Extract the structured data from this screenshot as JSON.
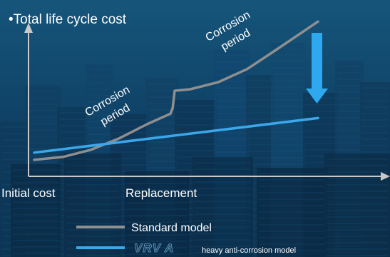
{
  "chart_data": {
    "type": "line",
    "title": "•Total life cycle cost",
    "x_labels": [
      "Initial cost",
      "Replacement"
    ],
    "series": [
      {
        "name": "Standard model",
        "color": "#8f8f8f",
        "points": [
          [
            0,
            4
          ],
          [
            10,
            6
          ],
          [
            20,
            11
          ],
          [
            30,
            19
          ],
          [
            40,
            29
          ],
          [
            48,
            36
          ],
          [
            48.8,
            40
          ],
          [
            49.5,
            52
          ],
          [
            55,
            53
          ],
          [
            65,
            58
          ],
          [
            75,
            67
          ],
          [
            85,
            80
          ],
          [
            100,
            100
          ]
        ]
      },
      {
        "name": "heavy anti-corrosion model",
        "logo": "VRV A",
        "color": "#3aa8ea",
        "points": [
          [
            0,
            9
          ],
          [
            100,
            33
          ]
        ]
      }
    ],
    "annotations": [
      {
        "text_line1": "Corrosion",
        "text_line2": "period"
      },
      {
        "text_line1": "Corrosion",
        "text_line2": "period"
      }
    ],
    "arrow_color": "#2ea8ee",
    "xlim": [
      0,
      100
    ],
    "ylim": [
      0,
      110
    ]
  }
}
